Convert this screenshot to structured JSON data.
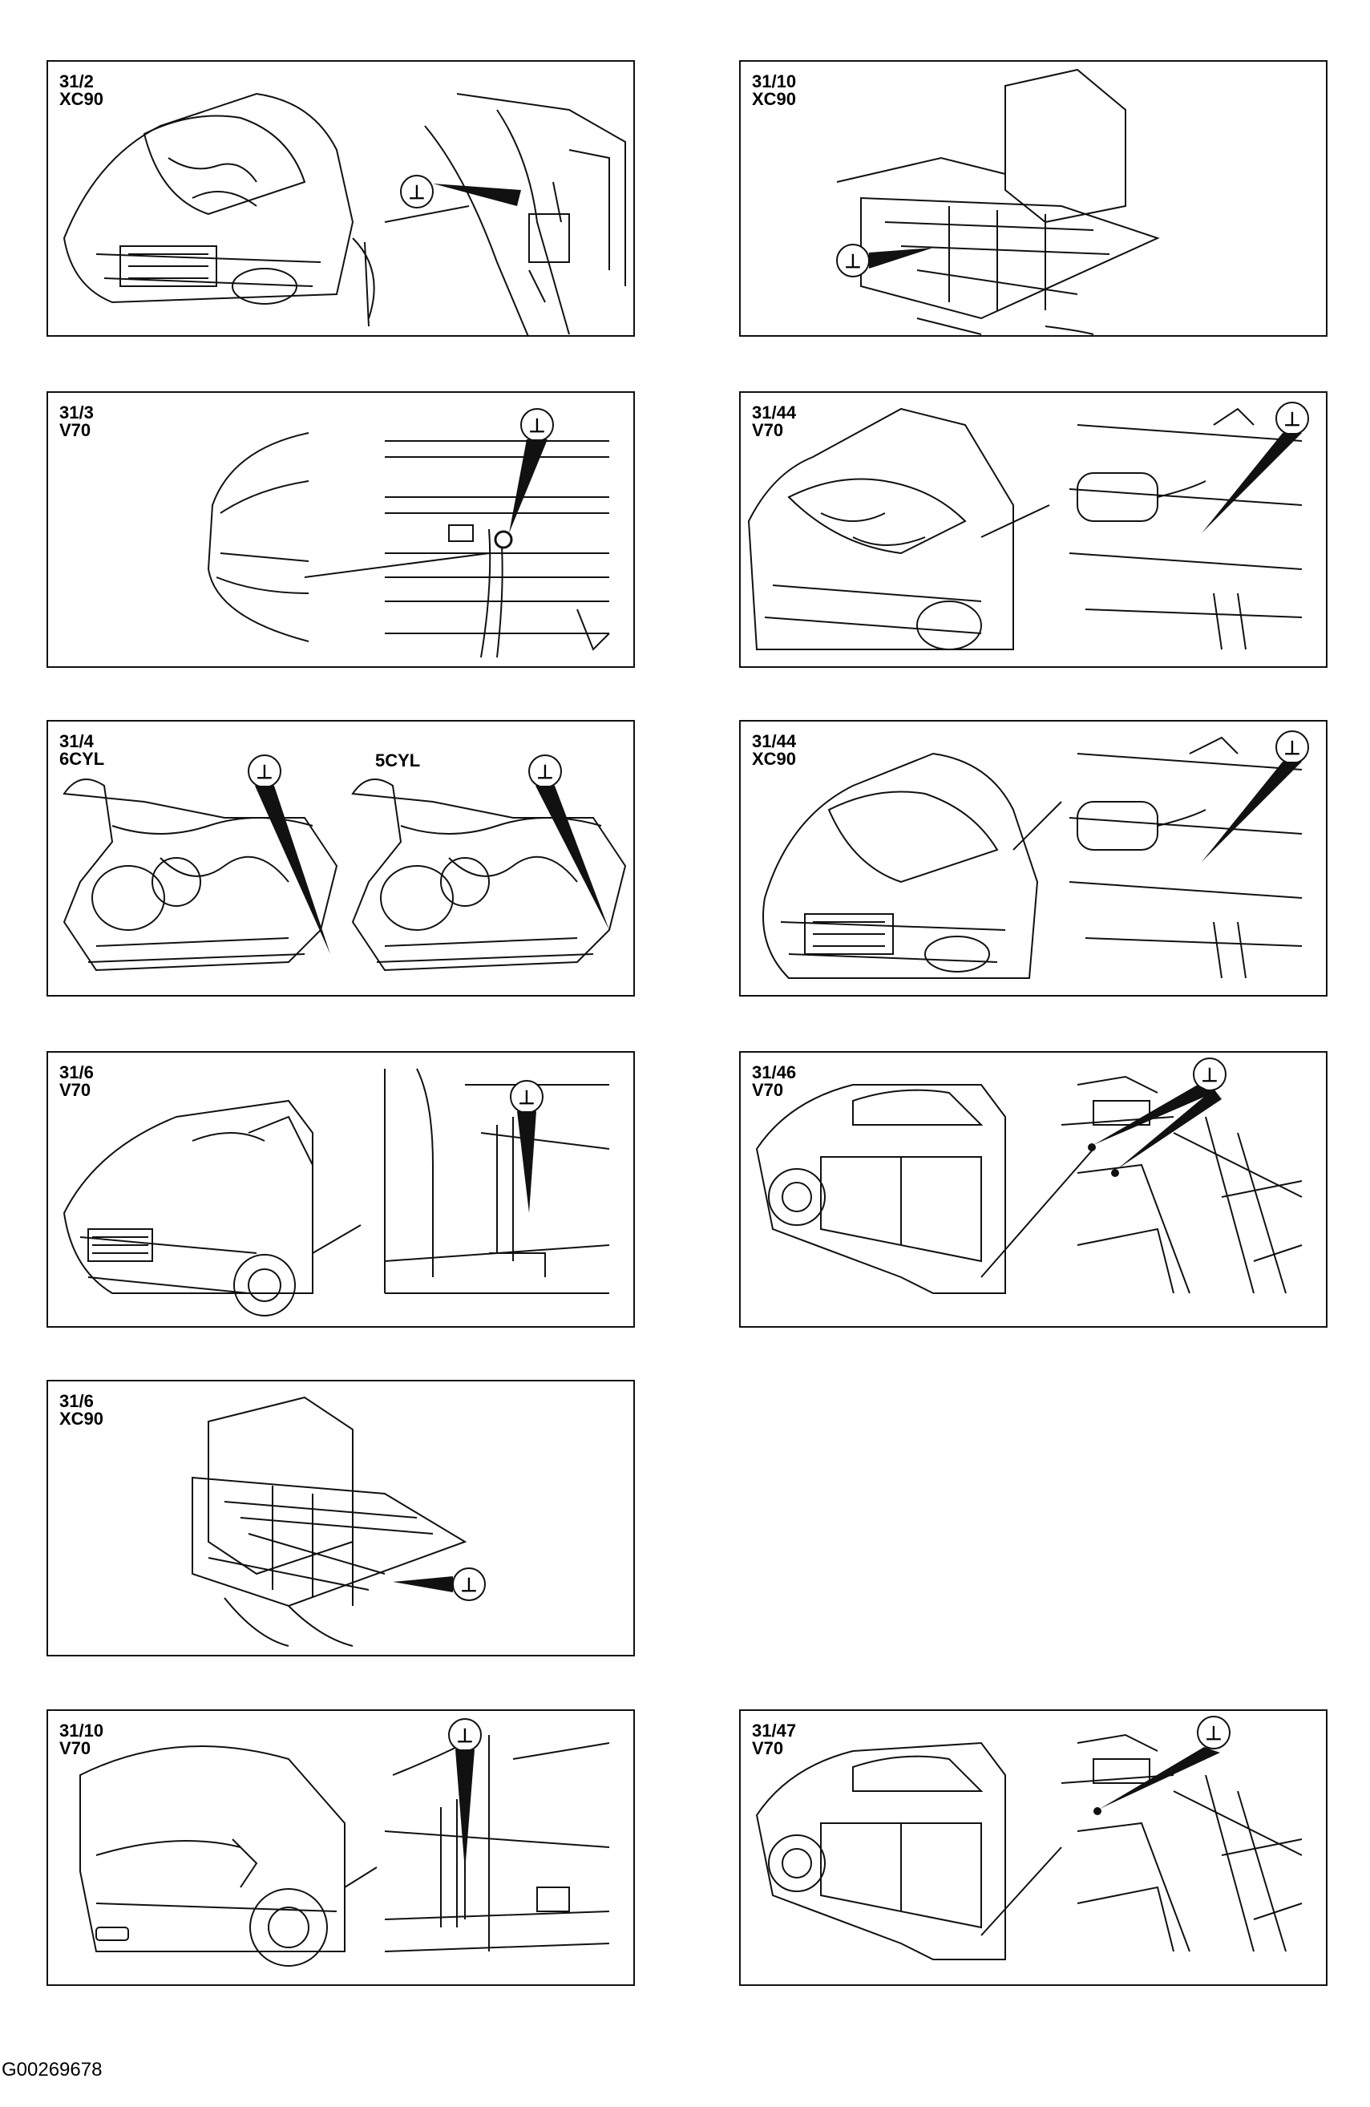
{
  "panels": [
    {
      "id": "p-31-2-xc90",
      "code": "31/2",
      "model": "XC90",
      "scene": "engine-bay-xc90",
      "side": "left"
    },
    {
      "id": "p-31-10-xc90",
      "code": "31/10",
      "model": "XC90",
      "scene": "floor-frame",
      "side": "right"
    },
    {
      "id": "p-31-3-v70",
      "code": "31/3",
      "model": "V70",
      "scene": "rear-hatch",
      "side": "left"
    },
    {
      "id": "p-31-44-v70",
      "code": "31/44",
      "model": "V70",
      "scene": "engine-bay-v70",
      "side": "right"
    },
    {
      "id": "p-31-4",
      "code": "31/4",
      "model": "6CYL",
      "model_b": "5CYL",
      "scene": "engine-pair",
      "side": "left"
    },
    {
      "id": "p-31-44-xc90",
      "code": "31/44",
      "model": "XC90",
      "scene": "engine-bay-xc90b",
      "side": "right"
    },
    {
      "id": "p-31-6-v70",
      "code": "31/6",
      "model": "V70",
      "scene": "front-quarter",
      "side": "left"
    },
    {
      "id": "p-31-46-v70",
      "code": "31/46",
      "model": "V70",
      "scene": "side-car",
      "side": "right"
    },
    {
      "id": "p-31-6-xc90",
      "code": "31/6",
      "model": "XC90",
      "scene": "floor-frame-2",
      "side": "left"
    },
    {
      "id": "p-31-10-v70",
      "code": "31/10",
      "model": "V70",
      "scene": "rear-quarter",
      "side": "left"
    },
    {
      "id": "p-31-47-v70",
      "code": "31/47",
      "model": "V70",
      "scene": "side-car-2",
      "side": "right"
    }
  ],
  "ground_symbol": "⊥",
  "footer_code": "G00269678"
}
